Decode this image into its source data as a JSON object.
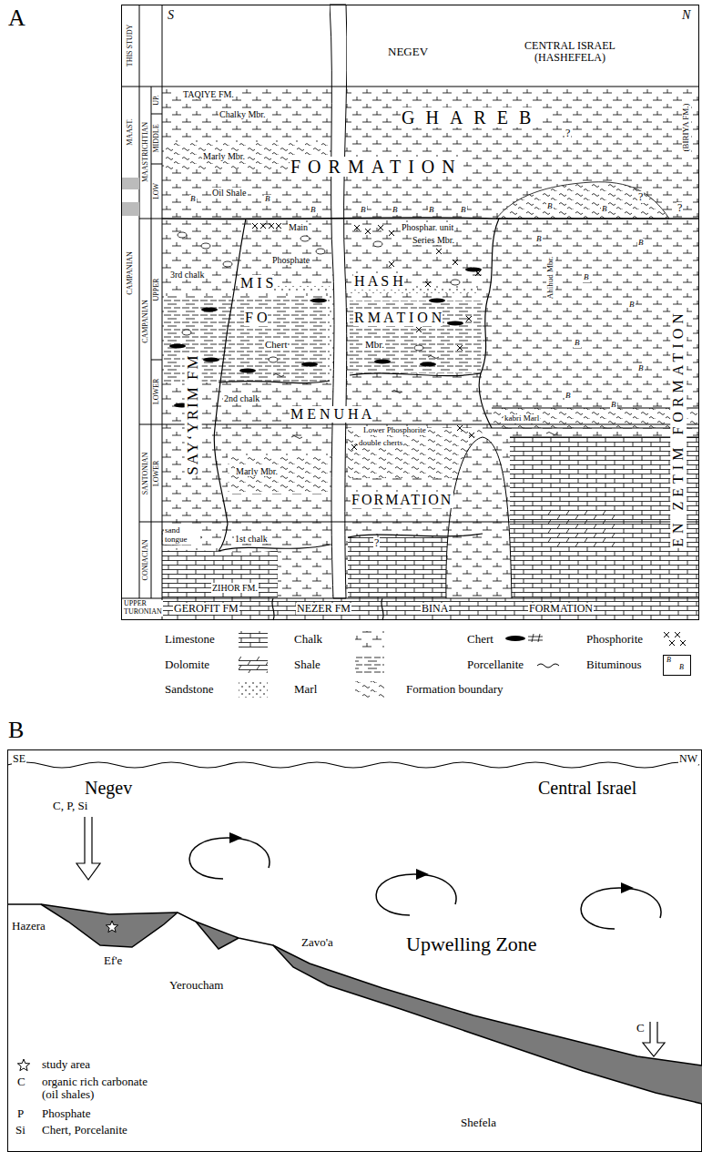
{
  "diagram": {
    "labels": [
      "A",
      "THIS STUDY",
      "MAAST.",
      "CAMPANIAN",
      "MAASTRICHTIAN",
      "UP.",
      "MIDDLE",
      "LOW",
      "CAMPANIAN",
      "UPPER",
      "LOWER",
      "SANTONIAN",
      "LOWER",
      "CONIACIAN",
      "UPPER TURONIAN",
      "S",
      "N",
      "NEGEV",
      "CENTRAL ISRAEL (HASHEFELA)",
      "TAQIYE FM.",
      "Chalky Mbr.",
      "Marly Mbr.",
      "Oil Shale",
      "GHAREB",
      "FORMATION",
      "(BIRIYA FM.)",
      "?",
      "?",
      "?",
      "Main",
      "Phosphar. unit",
      "Series Mbr.",
      "Phosphate",
      "3rd chalk",
      "M I S",
      "H A S H",
      "F O",
      "R M A T I O N",
      "Chert",
      "Mbr.",
      "Ahihud Mbr.",
      "SAY‘YRIM FM",
      "2nd chalk",
      "M E N U H A",
      "Lower Phosphorite",
      "double cherts",
      "kabri Marl",
      "EN ZETIM FORMATION",
      "Marly Mbr.",
      "FORMATION",
      "sand tongue",
      "1st chalk",
      "?",
      "ZIHOR FM.",
      "GEROFIT FM",
      "NEZER FM",
      "BINA",
      "FORMATION",
      "B",
      "B",
      "B",
      "B",
      "B",
      "B",
      "B",
      "B",
      "B",
      "B",
      "B",
      "B",
      "B",
      "B",
      "B",
      "B",
      "B",
      "B",
      "B",
      "B",
      "SE",
      "NW",
      "Negev",
      "Central Israel",
      "C, P, Si",
      "Hazera",
      "Ef'e",
      "Yeroucham",
      "Zavo'a",
      "Upwelling Zone",
      "C",
      "Shefela",
      "study area",
      "C",
      "organic rich carbonate (oil shales)",
      "P",
      "Phosphate",
      "Si",
      "Chert, Porcelanite"
    ],
    "legend": [
      {
        "text": "Limestone"
      },
      {
        "text": "Chalk"
      },
      {
        "text": "Chert"
      },
      {
        "text": "Phosphorite"
      },
      {
        "text": "Dolomite"
      },
      {
        "text": "Shale"
      },
      {
        "text": "Porcellanite"
      },
      {
        "text": "Bituminous"
      },
      {
        "text": "Sandstone"
      },
      {
        "text": "Marl"
      },
      {
        "text": "Formation boundary"
      }
    ]
  }
}
